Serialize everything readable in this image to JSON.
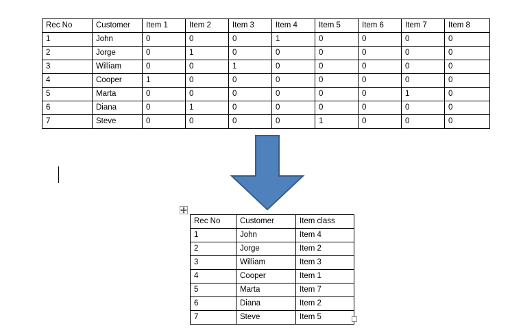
{
  "document": {
    "background_color": "#ffffff",
    "text_color": "#000000",
    "grid_line_color": "#000000"
  },
  "source_table": {
    "name": "source-transaction-table",
    "columns": [
      "Rec No",
      "Customer",
      "Item 1",
      "Item 2",
      "Item 3",
      "Item 4",
      "Item 5",
      "Item 6",
      "Item 7",
      "Item 8"
    ],
    "rows": [
      [
        "1",
        "John",
        "0",
        "0",
        "0",
        "1",
        "0",
        "0",
        "0",
        "0"
      ],
      [
        "2",
        "Jorge",
        "0",
        "1",
        "0",
        "0",
        "0",
        "0",
        "0",
        "0"
      ],
      [
        "3",
        "William",
        "0",
        "0",
        "1",
        "0",
        "0",
        "0",
        "0",
        "0"
      ],
      [
        "4",
        "Cooper",
        "1",
        "0",
        "0",
        "0",
        "0",
        "0",
        "0",
        "0"
      ],
      [
        "5",
        "Marta",
        "0",
        "0",
        "0",
        "0",
        "0",
        "0",
        "1",
        "0"
      ],
      [
        "6",
        "Diana",
        "0",
        "1",
        "0",
        "0",
        "0",
        "0",
        "0",
        "0"
      ],
      [
        "7",
        "Steve",
        "0",
        "0",
        "0",
        "0",
        "1",
        "0",
        "0",
        "0"
      ]
    ]
  },
  "result_table": {
    "name": "result-item-class-table",
    "columns": [
      "Rec No",
      "Customer",
      "Item class"
    ],
    "rows": [
      [
        "1",
        "John",
        "Item 4"
      ],
      [
        "2",
        "Jorge",
        "Item 2"
      ],
      [
        "3",
        "William",
        "Item 3"
      ],
      [
        "4",
        "Cooper",
        "Item 1"
      ],
      [
        "5",
        "Marta",
        "Item 7"
      ],
      [
        "6",
        "Diana",
        "Item 2"
      ],
      [
        "7",
        "Steve",
        "Item 5"
      ]
    ]
  },
  "arrow": {
    "name": "down-arrow-shape",
    "direction": "down",
    "fill_color": "#4F81BD",
    "border_color": "#385D8A"
  },
  "editor_chrome": {
    "caret": "text-caret",
    "move_handle_icon": "move-cross-icon",
    "resize_handle": "table-resize-handle"
  }
}
